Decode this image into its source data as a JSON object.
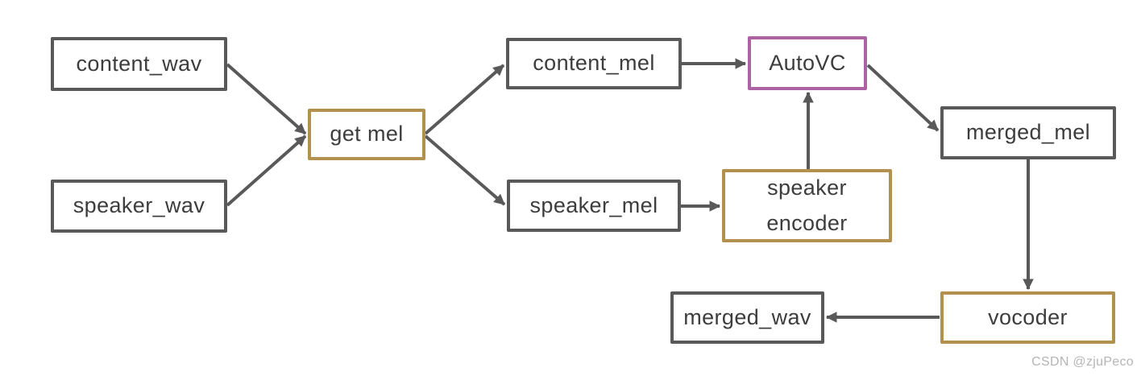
{
  "diagram": {
    "nodes": {
      "content_wav": {
        "label": "content_wav"
      },
      "speaker_wav": {
        "label": "speaker_wav"
      },
      "get_mel": {
        "label": "get mel"
      },
      "content_mel": {
        "label": "content_mel"
      },
      "speaker_mel": {
        "label": "speaker_mel"
      },
      "autovc": {
        "label": "AutoVC"
      },
      "speaker_encoder": {
        "line1": "speaker",
        "line2": "encoder"
      },
      "merged_mel": {
        "label": "merged_mel"
      },
      "vocoder": {
        "label": "vocoder"
      },
      "merged_wav": {
        "label": "merged_wav"
      }
    },
    "edges": [
      {
        "from": "content_wav",
        "to": "get_mel"
      },
      {
        "from": "speaker_wav",
        "to": "get_mel"
      },
      {
        "from": "get_mel",
        "to": "content_mel"
      },
      {
        "from": "get_mel",
        "to": "speaker_mel"
      },
      {
        "from": "content_mel",
        "to": "autovc"
      },
      {
        "from": "speaker_mel",
        "to": "speaker_encoder"
      },
      {
        "from": "speaker_encoder",
        "to": "autovc"
      },
      {
        "from": "autovc",
        "to": "merged_mel"
      },
      {
        "from": "merged_mel",
        "to": "vocoder"
      },
      {
        "from": "vocoder",
        "to": "merged_wav"
      }
    ],
    "colors": {
      "border_gray": "#595959",
      "border_gold": "#b2914f",
      "border_purple": "#ab63a5",
      "arrow": "#595959",
      "text": "#3d3d3d",
      "watermark": "#b5b5b5"
    }
  },
  "watermark": {
    "text": "CSDN @zjuPeco"
  }
}
